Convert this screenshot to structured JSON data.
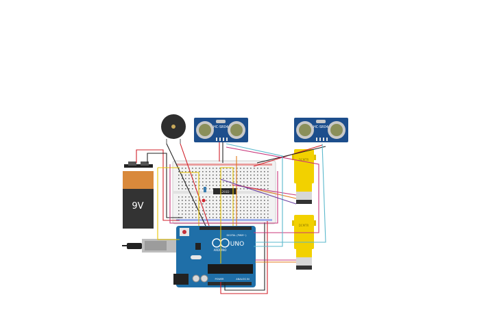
{
  "battery": {
    "label": "9V"
  },
  "sensors": [
    {
      "label": "HC-SR04"
    },
    {
      "label": "HC-SR04"
    }
  ],
  "motors": [
    {
      "label": "DCMTR"
    },
    {
      "label": "DCMTR"
    }
  ],
  "driver_chip": {
    "label": "L293D"
  },
  "arduino": {
    "model": "UNO",
    "brand": "ARDUINO",
    "power_label": "POWER",
    "analog_label": "ANALOG IN",
    "digital_label": "DIGITAL (PWM~)"
  },
  "colors": {
    "arduino": "#1f6fa8",
    "sensor": "#1d4e8c",
    "motor": "#f2d100",
    "battery_top": "#d9893b",
    "battery_body": "#333333",
    "wire_red": "#d0202a",
    "wire_black": "#222222",
    "wire_yellow": "#e8c400",
    "wire_orange": "#e07b1a",
    "wire_magenta": "#c8357a",
    "wire_cyan": "#5ab8cc",
    "wire_purple": "#6a3fa0"
  }
}
